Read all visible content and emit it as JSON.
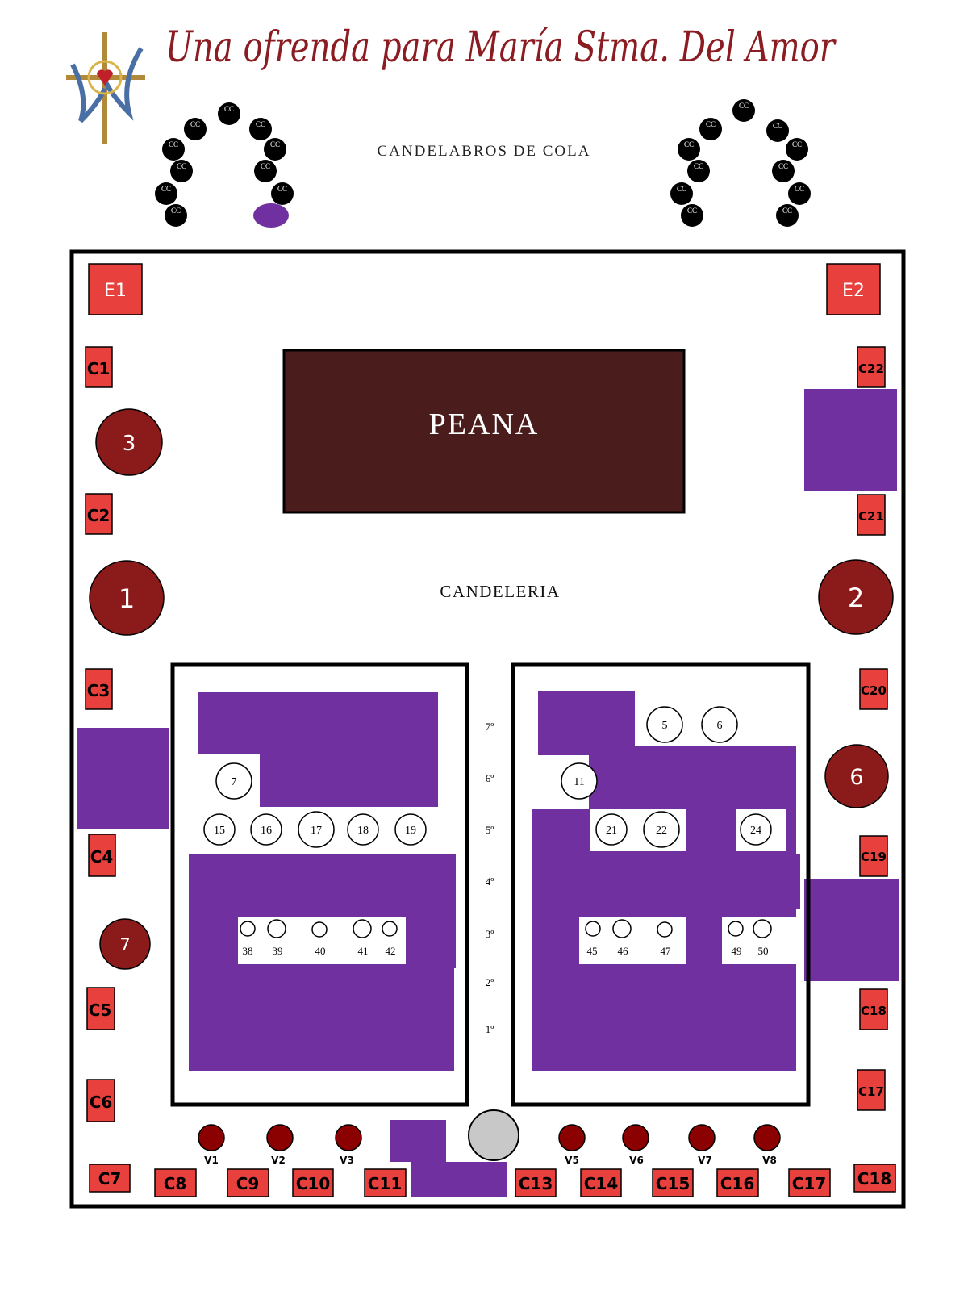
{
  "title": "Una ofrenda para María Stma. Del Amor",
  "colors": {
    "title": "#8a1c22",
    "red_box": "#e8413d",
    "dark_red": "#8b1a1a",
    "purple": "#7030a0",
    "peana": "#4a1c1c",
    "black": "#000000"
  },
  "candelabros_label": "CANDELABROS DE COLA",
  "cc_label": "CC",
  "peana_label": "PEANA",
  "candeleria_label": "CANDELERIA",
  "entries": [
    "E1",
    "E2"
  ],
  "left_column_boxes": [
    "C1",
    "C2",
    "C3",
    "C4",
    "C5",
    "C6"
  ],
  "right_column_boxes": [
    "C22",
    "C21",
    "C20",
    "C19",
    "C18",
    "C17"
  ],
  "bottom_boxes": [
    "C7",
    "C8",
    "C9",
    "C10",
    "C11",
    "C13",
    "C14",
    "C15",
    "C16",
    "C17",
    "C18"
  ],
  "big_circles": [
    "3",
    "1",
    "2",
    "6",
    "7"
  ],
  "rows": [
    "7º",
    "6º",
    "5º",
    "4º",
    "3º",
    "2º",
    "1º"
  ],
  "left_block": {
    "row7_seat": "7",
    "row5_seats": [
      "15",
      "16",
      "17",
      "18",
      "19"
    ],
    "row3_seats": [
      "38",
      "39",
      "40",
      "41",
      "42"
    ]
  },
  "right_block": {
    "row7_seats": [
      "5",
      "6"
    ],
    "row6_seat": "11",
    "row5_seats": [
      "21",
      "22",
      "24"
    ],
    "row3_seats": [
      "45",
      "46",
      "47",
      "49",
      "50"
    ]
  },
  "v_lights": [
    "V1",
    "V2",
    "V3",
    "V5",
    "V6",
    "V7",
    "V8"
  ]
}
